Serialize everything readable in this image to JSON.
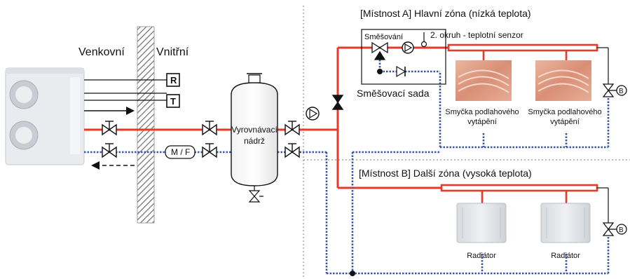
{
  "labels": {
    "outdoor": "Venkovní",
    "indoor": "Vnitřní",
    "sensor_r": "R",
    "sensor_t": "T",
    "mf": "M / F",
    "tank_line1": "Vyrovnávací",
    "tank_line2": "nádrž",
    "zone_a_title": "[Místnost A] Hlavní zóna (nízká teplota)",
    "mixing": "Směšování",
    "second_circuit_sensor": "2. okruh - teplotní senzor",
    "mixing_kit": "Směšovací sada",
    "loop1_line1": "Smyčka podlahového",
    "loop1_line2": "vytápění",
    "loop2_line1": "Smyčka podlahového",
    "loop2_line2": "vytápění",
    "zone_b_title": "[Místnost B] Další zóna (vysoká teplota)",
    "radiator1": "Radiátor",
    "radiator2": "Radiátor",
    "bypass_a": "B",
    "bypass_b": "B"
  },
  "colors": {
    "flow": "#e8392b",
    "return": "#3a57a6",
    "wall_hatch": "#777777",
    "line": "#111111"
  }
}
